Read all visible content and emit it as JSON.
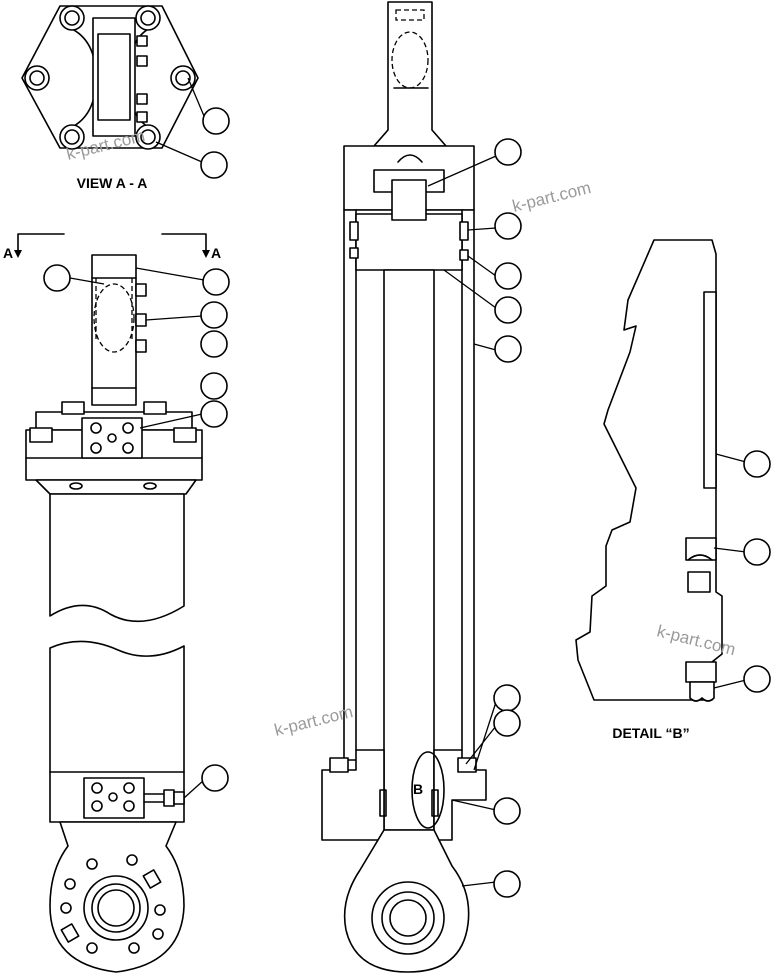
{
  "labels": {
    "view_aa": "VIEW A - A",
    "section_a_left": "A",
    "section_a_right": "A",
    "detail_b_marker": "B",
    "detail_b_title": "DETAIL “B”"
  },
  "watermarks": [
    "k-part.com",
    "k-part.com",
    "k-part.com",
    "k-part.com"
  ],
  "callouts": [
    {
      "id": "callout-view-aa-upper",
      "text": ""
    },
    {
      "id": "callout-view-aa-lower",
      "text": ""
    },
    {
      "id": "callout-left-1",
      "text": ""
    },
    {
      "id": "callout-left-2",
      "text": ""
    },
    {
      "id": "callout-left-3",
      "text": ""
    },
    {
      "id": "callout-left-4",
      "text": ""
    },
    {
      "id": "callout-left-5",
      "text": ""
    },
    {
      "id": "callout-left-6",
      "text": ""
    },
    {
      "id": "callout-left-7",
      "text": ""
    },
    {
      "id": "callout-center-1",
      "text": ""
    },
    {
      "id": "callout-center-2",
      "text": ""
    },
    {
      "id": "callout-center-3",
      "text": ""
    },
    {
      "id": "callout-center-4",
      "text": ""
    },
    {
      "id": "callout-center-5",
      "text": ""
    },
    {
      "id": "callout-center-6",
      "text": ""
    },
    {
      "id": "callout-center-7",
      "text": ""
    },
    {
      "id": "callout-center-8",
      "text": ""
    },
    {
      "id": "callout-center-9",
      "text": ""
    },
    {
      "id": "callout-detail-1",
      "text": ""
    },
    {
      "id": "callout-detail-2",
      "text": ""
    },
    {
      "id": "callout-detail-3",
      "text": ""
    }
  ]
}
